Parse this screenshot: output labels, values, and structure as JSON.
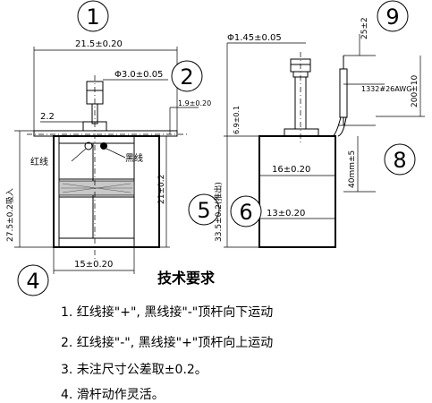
{
  "balloons": [
    "1",
    "2",
    "4",
    "5",
    "6",
    "8",
    "9"
  ],
  "dimensions": {
    "width_top": "21.5±0.20",
    "dia_plunger": "Φ3.0±0.05",
    "height_plunger": "2.2",
    "dist_small": "1.9±0.20",
    "height_total": "27.5±0.2吸入",
    "height_body": "21±0.2",
    "width_inner": "15±0.20",
    "dia_side": "Φ1.45±0.05",
    "tol_side": "6.9±0.1",
    "stroke_side": "33.5±0.2(推出)",
    "width_side": "16±0.20",
    "width_inner_side": "13±0.20",
    "wire_top": "25±2",
    "wire_length": "200±10",
    "wire_spec": "1332#26AWG",
    "wire_min": "40mm±5"
  },
  "labels": {
    "red_wire": "红线",
    "black_wire": "黑线"
  },
  "requirements": {
    "title": "技术要求",
    "items": [
      "1. 红线接\"+\", 黑线接\"-\"顶杆向下运动",
      "2. 红线接\"-\", 黑线接\"+\"顶杆向上运动",
      "3. 未注尺寸公差取±0.2。",
      "4. 滑杆动作灵活。"
    ]
  }
}
